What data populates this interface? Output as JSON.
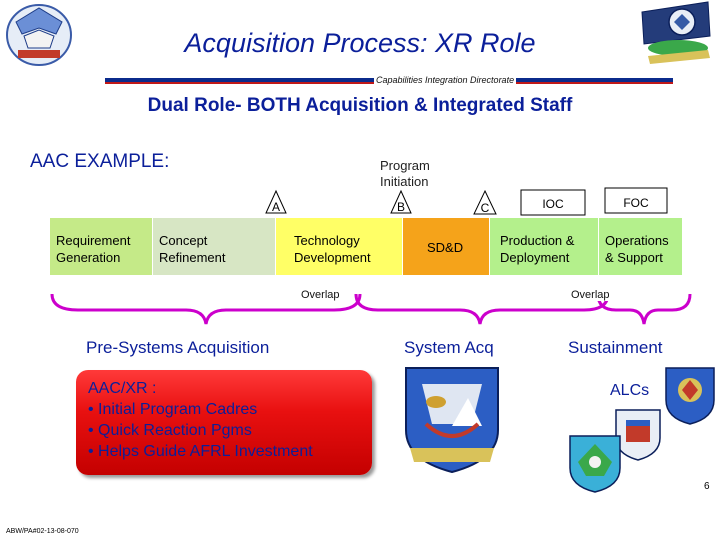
{
  "header": {
    "title": "Acquisition Process: XR Role",
    "directorate": "Capabilities Integration Directorate",
    "subtitle": "Dual Role- BOTH Acquisition & Integrated Staff"
  },
  "example_label": "AAC EXAMPLE:",
  "program_initiation": "Program Initiation",
  "milestones": {
    "a": "A",
    "b": "B",
    "c": "C",
    "ioc": "IOC",
    "foc": "FOC"
  },
  "phases": {
    "requirement": "Requirement Generation",
    "concept": "Concept Refinement",
    "technology": "Technology Development",
    "sdd": "SD&D",
    "production": "Production & Deployment",
    "operations": "Operations & Support"
  },
  "overlap_label": "Overlap",
  "braces": {
    "pre_systems": "Pre-Systems Acquisition",
    "system_acq": "System Acq",
    "sustainment": "Sustainment"
  },
  "red_box": {
    "lines": [
      "AAC/XR :",
      "• Initial Program Cadres",
      "• Quick Reaction Pgms",
      "• Helps Guide AFRL Investment"
    ]
  },
  "alcs_label": "ALCs",
  "page_number": "6",
  "reference": "ABW/PA#02-13-08-070",
  "colors": {
    "title_blue": "#0b1f9a",
    "phase_green": "#c5ea88",
    "phase_gray_green": "#d7e6c4",
    "phase_yellow": "#ffff66",
    "phase_orange": "#f5a31a",
    "phase_light_green": "#b4f08c",
    "brace_magenta": "#cc00cc",
    "red_box": "#e81010"
  },
  "icons": [
    "air-armament-center-logo",
    "wing-shield-logo",
    "armament-systems-wing-emblem",
    "alc-emblem",
    "alc-shield"
  ]
}
